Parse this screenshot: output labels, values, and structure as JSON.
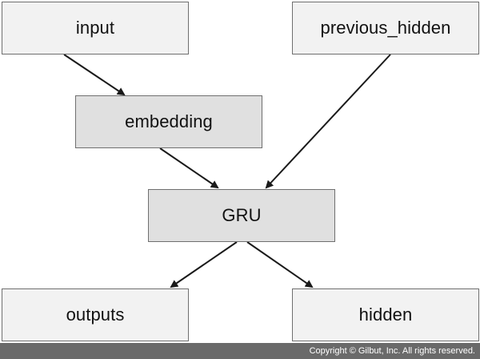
{
  "nodes": {
    "input": {
      "label": "input",
      "fill": "#f2f2f2"
    },
    "previous_hidden": {
      "label": "previous_hidden",
      "fill": "#f2f2f2"
    },
    "embedding": {
      "label": "embedding",
      "fill": "#e0e0e0"
    },
    "gru": {
      "label": "GRU",
      "fill": "#e0e0e0"
    },
    "outputs": {
      "label": "outputs",
      "fill": "#f2f2f2"
    },
    "hidden": {
      "label": "hidden",
      "fill": "#f2f2f2"
    }
  },
  "edges": [
    {
      "from": "input",
      "to": "embedding"
    },
    {
      "from": "embedding",
      "to": "gru"
    },
    {
      "from": "previous_hidden",
      "to": "gru"
    },
    {
      "from": "gru",
      "to": "outputs"
    },
    {
      "from": "gru",
      "to": "hidden"
    }
  ],
  "colors": {
    "arrow": "#1a1a1a",
    "footer_bg": "#6a6a6a"
  },
  "footer": {
    "copyright": "Copyright © Gilbut, Inc. All rights reserved."
  }
}
